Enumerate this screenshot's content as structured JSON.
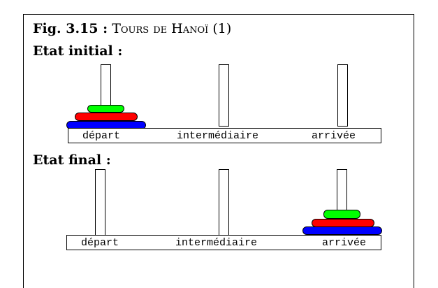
{
  "figure": {
    "label": "Fig. 3.15 :",
    "caption": "Tours de Hanoï (1)"
  },
  "initial_state": {
    "title": "Etat initial :",
    "peg_labels": [
      "départ",
      "intermédiaire",
      "arrivée"
    ]
  },
  "final_state": {
    "title": "Etat final :",
    "peg_labels": [
      "départ",
      "intermédiaire",
      "arrivée"
    ]
  },
  "disks": [
    {
      "name": "small",
      "color": "#00ff00"
    },
    {
      "name": "medium",
      "color": "#ff0000"
    },
    {
      "name": "large",
      "color": "#0000ff"
    }
  ]
}
